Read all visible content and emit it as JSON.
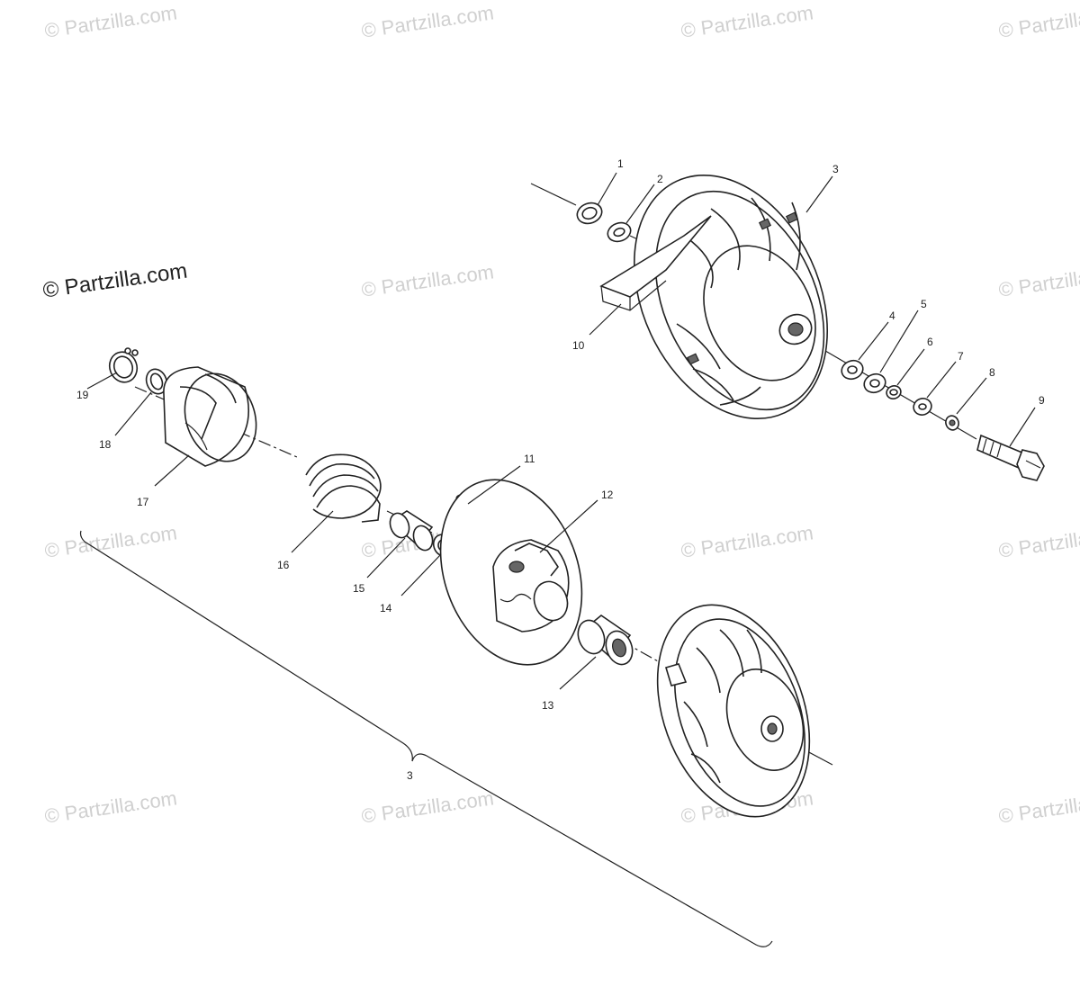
{
  "watermarks": {
    "text": "© Partzilla.com",
    "prominent": "© Partzilla.com"
  },
  "callouts": {
    "c1": "1",
    "c2": "2",
    "c3": "3",
    "c4": "4",
    "c5": "5",
    "c6": "6",
    "c7": "7",
    "c8": "8",
    "c9": "9",
    "c10": "10",
    "c11": "11",
    "c12": "12",
    "c13": "13",
    "c14": "14",
    "c15": "15",
    "c16": "16",
    "c17": "17",
    "c18": "18",
    "c19": "19",
    "assembly": "3"
  },
  "colors": {
    "line": "#222222",
    "watermark": "#d0d0d0"
  }
}
